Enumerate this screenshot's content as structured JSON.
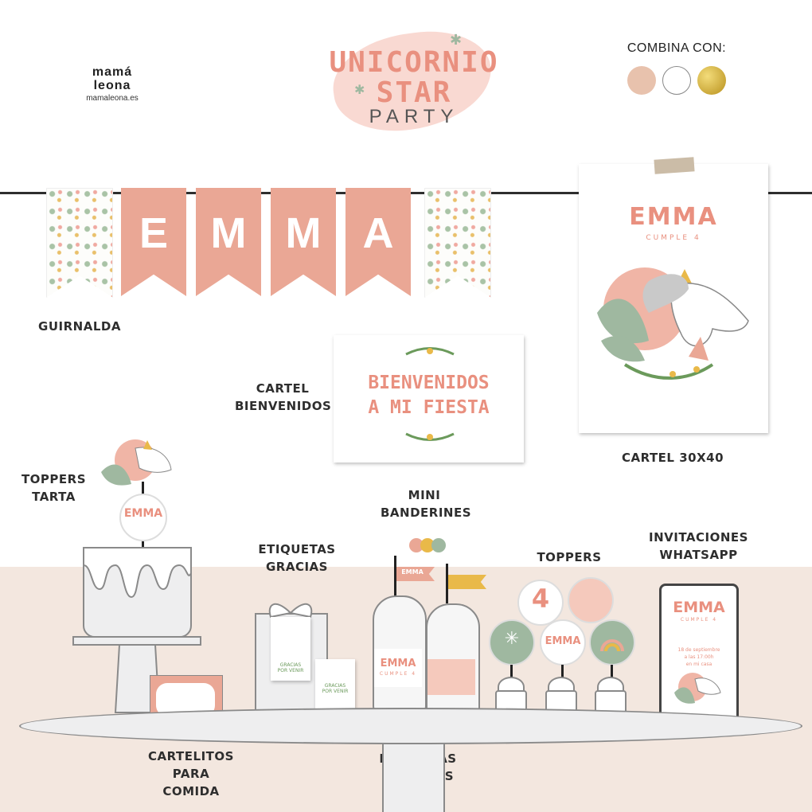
{
  "brand": {
    "line1": "mamá",
    "line2": "leona",
    "site": "mamaleona.es"
  },
  "title": {
    "line1": "UNICORNIO",
    "line2": "STAR",
    "line3": "PARTY"
  },
  "combina": {
    "label": "COMBINA CON:",
    "colors": [
      "#e8c2ad",
      "#ffffff",
      "#c9a227"
    ]
  },
  "garland": {
    "letters": [
      "E",
      "M",
      "M",
      "A"
    ],
    "label": "GUIRNALDA"
  },
  "poster": {
    "name": "EMMA",
    "subtitle": "CUMPLE 4",
    "label": "CARTEL 30X40"
  },
  "welcome": {
    "line1": "BIENVENIDOS",
    "line2": "A MI FIESTA",
    "label": "CARTEL\nBIENVENIDOS"
  },
  "cake": {
    "name": "EMMA",
    "label": "TOPPERS\nTARTA"
  },
  "mini_flags": {
    "label": "MINI\nBANDERINES",
    "flag_name": "EMMA"
  },
  "tags": {
    "label": "ETIQUETAS\nGRACIAS",
    "text": "GRACIAS\nPOR VENIR"
  },
  "bottles": {
    "label": "ETIQUETAS BOTELLAS",
    "name": "EMMA",
    "subtitle": "CUMPLE 4"
  },
  "toppers": {
    "label": "TOPPERS",
    "number": "4",
    "name": "EMMA"
  },
  "invitation": {
    "label": "INVITACIONES\nWHATSAPP",
    "name": "EMMA",
    "subtitle": "CUMPLE 4",
    "date_line1": "18 de septiembre",
    "date_line2": "a las 17:00h",
    "date_line3": "en mi casa"
  },
  "food_cards": {
    "label": "CARTELITOS\nPARA COMIDA"
  },
  "palette": {
    "pink": "#eaa795",
    "coral": "#e9907f",
    "sage": "#9fb8a0",
    "mustard": "#e9b949",
    "floor": "#f3e7df"
  }
}
